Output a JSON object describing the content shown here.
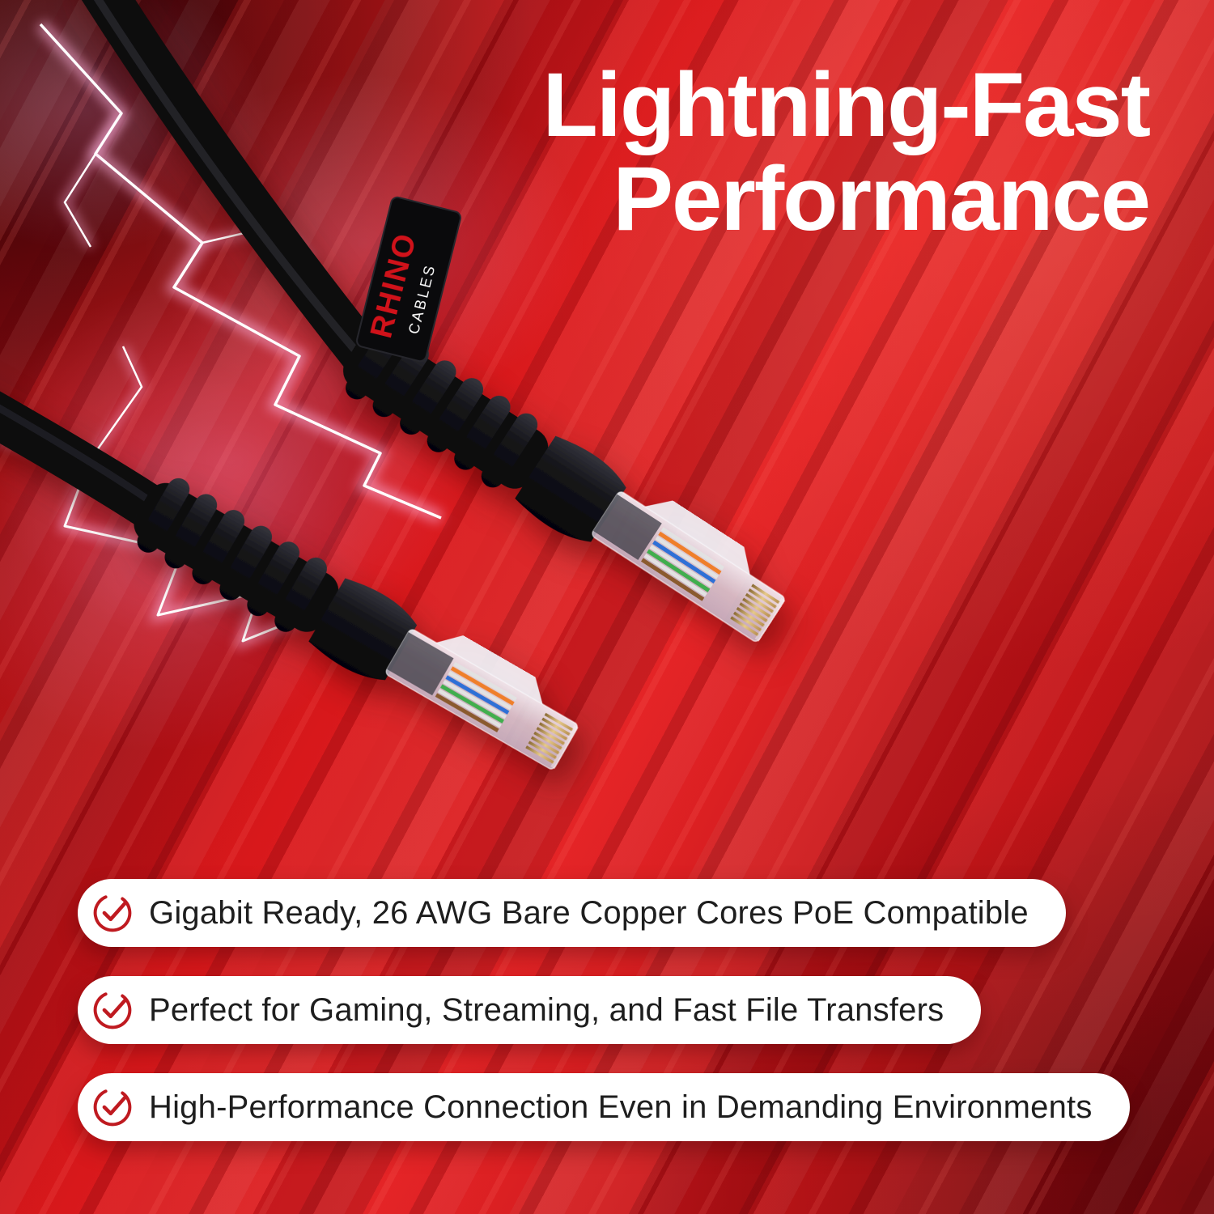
{
  "title": {
    "line1": "Lightning-Fast",
    "line2": "Performance"
  },
  "brand_tag": {
    "name": "RHINO",
    "sub": "CABLES"
  },
  "features": [
    {
      "text": "Gigabit Ready, 26 AWG Bare Copper Cores PoE Compatible"
    },
    {
      "text": "Perfect for Gaming, Streaming, and Fast File Transfers"
    },
    {
      "text": "High-Performance Connection Even in Demanding Environments"
    }
  ],
  "colors": {
    "accent-red": "#d0121a",
    "deep-red": "#7c080d",
    "check-red": "#bf1a20",
    "title-white": "#ffffff",
    "pill-bg": "#ffffff",
    "pill-text": "#1e1e1e",
    "lightning-pink": "#ffb3e0"
  }
}
